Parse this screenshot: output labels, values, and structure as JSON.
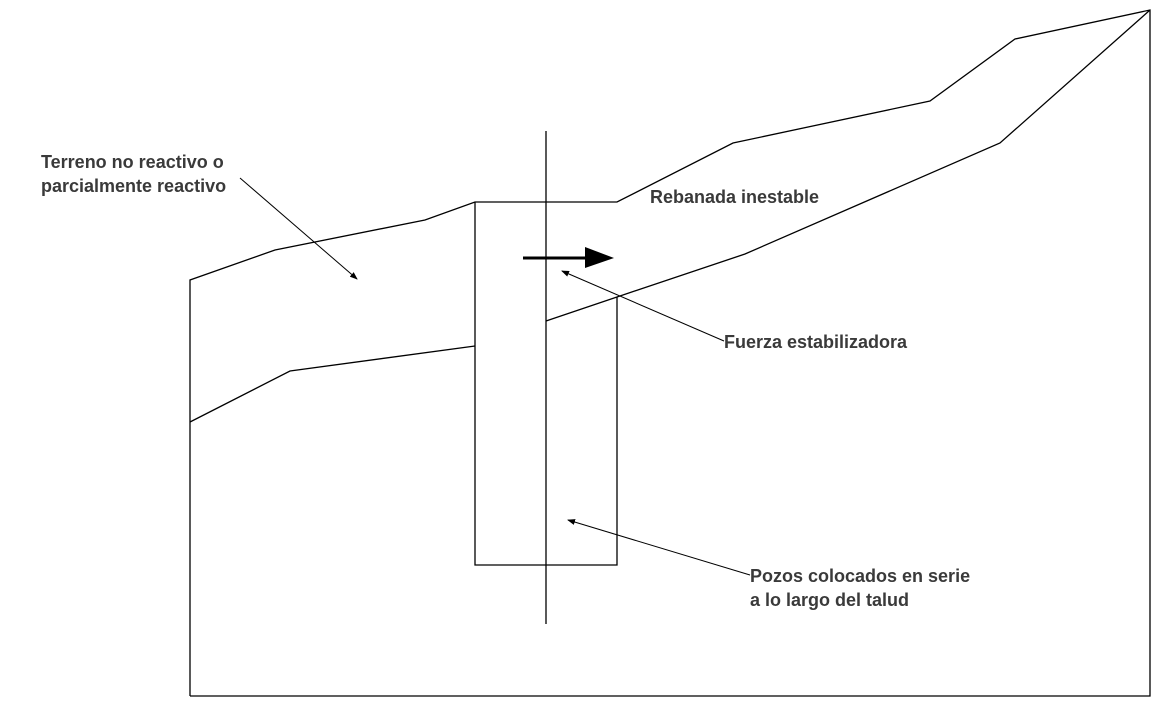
{
  "labels": {
    "terrain_line1": "Terreno no reactivo o",
    "terrain_line2": "parcialmente reactivo",
    "unstable_slice": "Rebanada inestable",
    "stabilizing_force": "Fuerza estabilizadora",
    "wells_line1": "Pozos colocados en serie",
    "wells_line2": "a lo largo del talud"
  },
  "colors": {
    "line": "#000000",
    "text": "#3a3a3a",
    "background": "#ffffff"
  }
}
